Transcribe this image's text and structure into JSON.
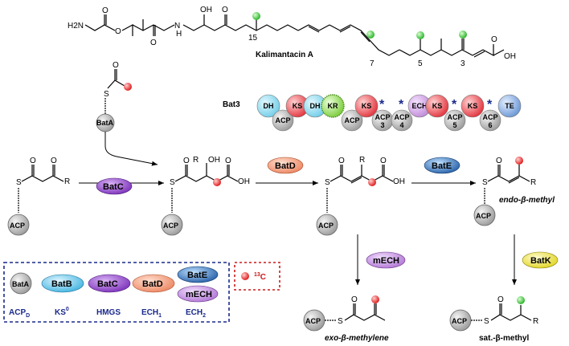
{
  "kalimantacin": {
    "title": "Kalimantacin A",
    "atoms": {
      "h2n": "H2N",
      "oh_top": "OH",
      "oh_acid": "OH",
      "hn": "N",
      "h": "H",
      "o": "O"
    },
    "positions": {
      "c15": "15",
      "c7": "7",
      "c5": "5",
      "c3": "3"
    }
  },
  "bat3": {
    "label": "Bat3",
    "domains": [
      "DH",
      "ACP",
      "KS",
      "DH",
      "KR",
      "ACP",
      "KS",
      "ACP",
      "ACP",
      "ECH",
      "KS",
      "ACP",
      "KS",
      "ACP",
      "TE"
    ],
    "acp_numbers": [
      "3",
      "4",
      "5",
      "6"
    ],
    "star": "*"
  },
  "enzymes": {
    "batA": "BatA",
    "batB": "BatB",
    "batC": "BatC",
    "batD": "BatD",
    "batE": "BatE",
    "batK": "BatK",
    "mech": "mECH"
  },
  "labels": {
    "acp": "ACP",
    "r": "R",
    "oh": "OH",
    "s": "S",
    "endo": "endo-β-methyl",
    "exo": "exo-β-methylene",
    "sat": "sat.-β-methyl"
  },
  "legend": {
    "acp_d": "ACP",
    "acp_d_sub": "D",
    "ks0": "KS",
    "ks0_sup": "0",
    "hmgs": "HMGS",
    "ech1": "ECH",
    "ech1_sub": "1",
    "ech2": "ECH",
    "ech2_sub": "2",
    "isotope_sup": "13",
    "isotope": "C"
  },
  "colors": {
    "dh": "#7fd6ec",
    "acp": "#b9b9b9",
    "ks": "#e84a52",
    "kr": "#8ad24a",
    "ech": "#c98ee0",
    "te": "#6f9bd6",
    "batA": "#c0c0c0",
    "batB": "#5cc3e8",
    "batC": "#8a3fc4",
    "batD": "#f2946c",
    "batE": "#2e6fb3",
    "batK": "#e6dc3a",
    "mech": "#b77fd6",
    "label13c": "#cc1a1a",
    "legend_border": "#1a2a8c",
    "star": "#1a2a8c"
  }
}
